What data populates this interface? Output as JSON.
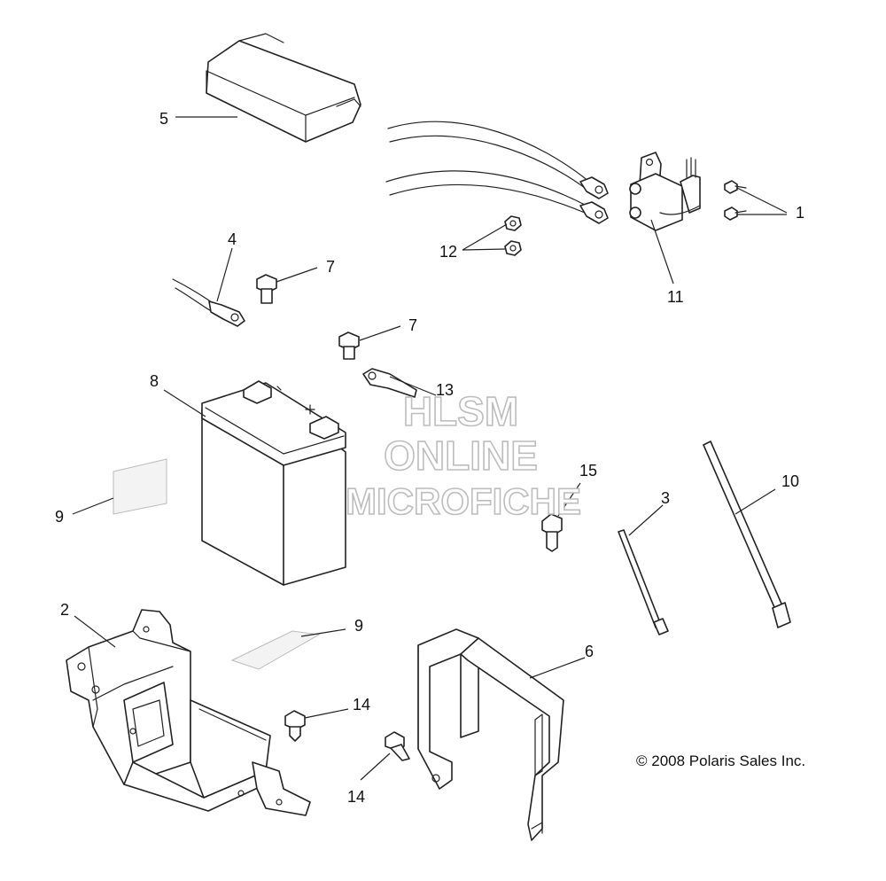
{
  "callouts": {
    "c1": "1",
    "c2": "2",
    "c3": "3",
    "c4": "4",
    "c5": "5",
    "c6": "6",
    "c7a": "7",
    "c7b": "7",
    "c8": "8",
    "c9a": "9",
    "c9b": "9",
    "c10": "10",
    "c11": "11",
    "c12": "12",
    "c13": "13",
    "c14a": "14",
    "c14b": "14",
    "c15": "15"
  },
  "watermark": {
    "line1": "HLSM",
    "line2": "ONLINE",
    "line3": "MICROFICHE"
  },
  "copyright": "© 2008 Polaris Sales Inc."
}
